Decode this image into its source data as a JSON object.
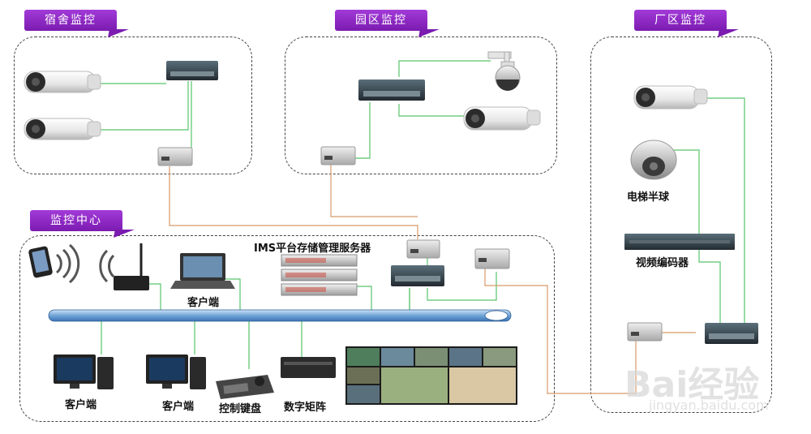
{
  "zones": {
    "dormitory": "宿舍监控",
    "park": "园区监控",
    "factory": "厂区监控",
    "center": "监控中心"
  },
  "labels": {
    "ims_server": "IMS平台存储管理服务器",
    "client_laptop": "客户端",
    "client_pc1": "客户端",
    "client_pc2": "客户端",
    "keyboard": "控制键盘",
    "matrix": "数字矩阵",
    "elevator_dome": "电梯半球",
    "video_encoder": "视频编码器"
  },
  "watermark": {
    "brand": "Bai经验",
    "url": "jingyan.baidu.com"
  },
  "colors": {
    "tag": "#8a26c2",
    "network_line": "#58c46b",
    "fiber_line": "#d89a6a"
  }
}
